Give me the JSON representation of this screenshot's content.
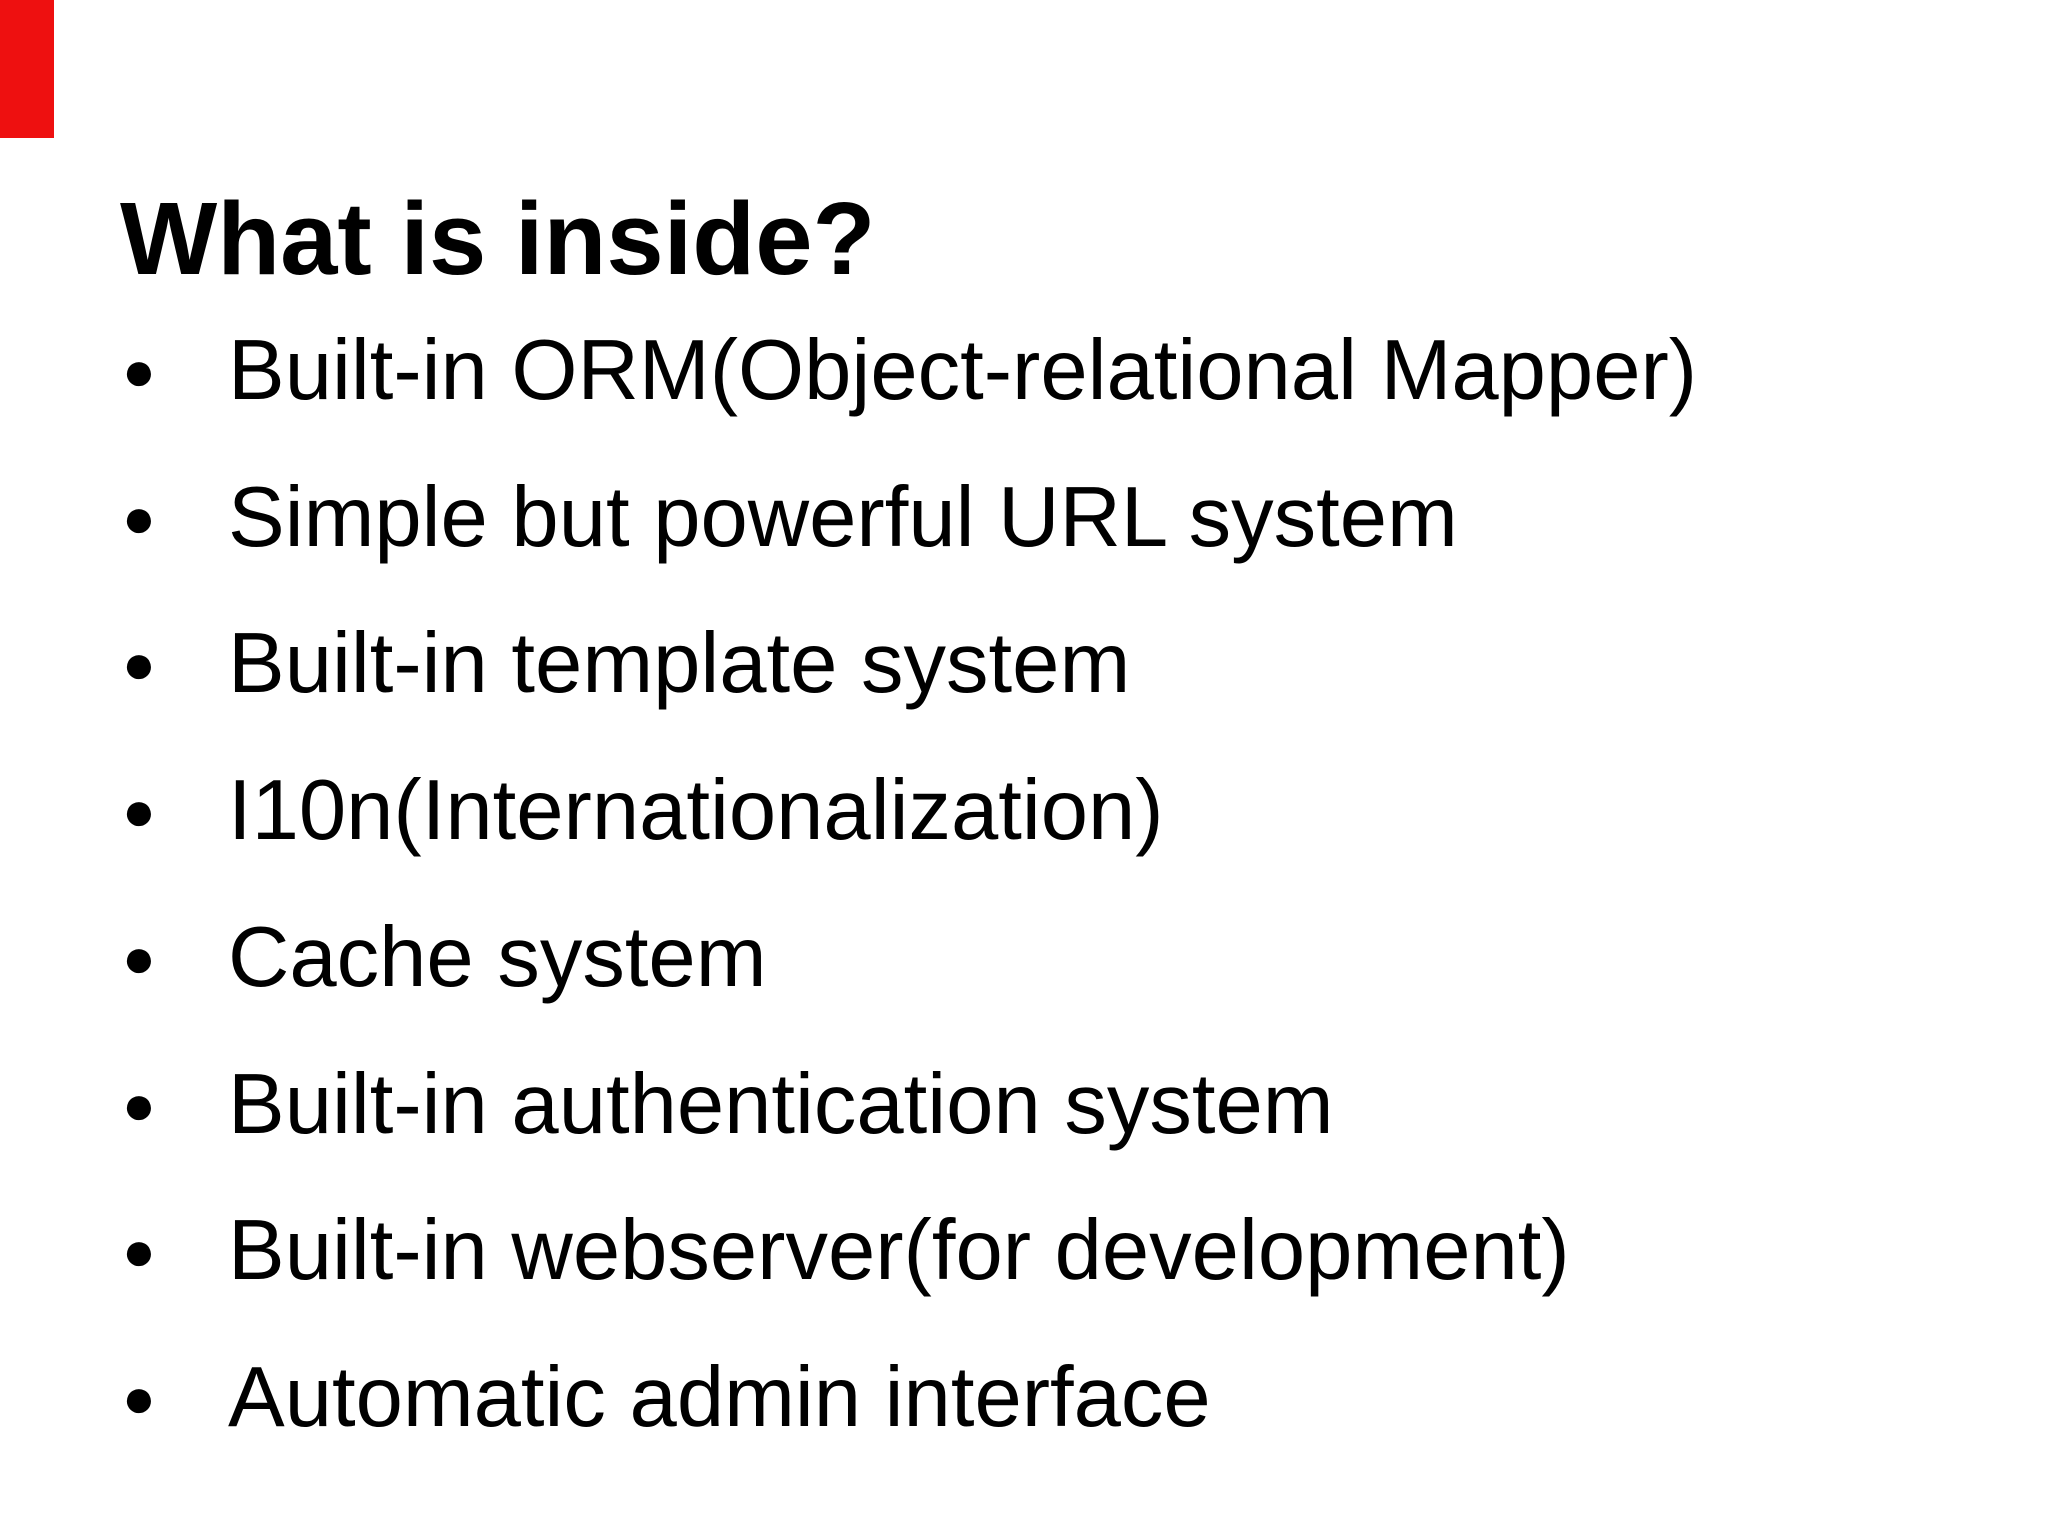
{
  "slide": {
    "background_color": "#ffffff",
    "text_color": "#000000",
    "corner_mark_color": "#ee1010",
    "title": "What is inside?",
    "bullet_glyph": "●",
    "bullets": [
      "Built-in ORM(Object-relational Mapper)",
      "Simple but powerful URL system",
      "Built-in template system",
      "I10n(Internationalization)",
      "Cache system",
      "Built-in authentication system",
      "Built-in webserver(for development)",
      "Automatic admin interface"
    ]
  }
}
